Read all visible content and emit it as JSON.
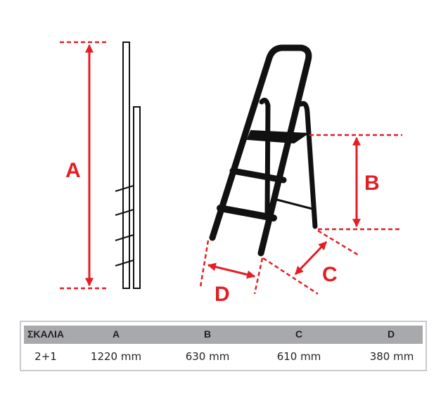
{
  "labels": {
    "a": "A",
    "b": "B",
    "c": "C",
    "d": "D"
  },
  "colors": {
    "dimension": "#e31e24",
    "ladder": "#111111",
    "header_bg": "#a7a9ac"
  },
  "table": {
    "headers": [
      "ΣΚΑΛΙΑ",
      "A",
      "B",
      "C",
      "D"
    ],
    "rows": [
      [
        "2+1",
        "1220 mm",
        "630 mm",
        "610 mm",
        "380 mm"
      ]
    ]
  }
}
